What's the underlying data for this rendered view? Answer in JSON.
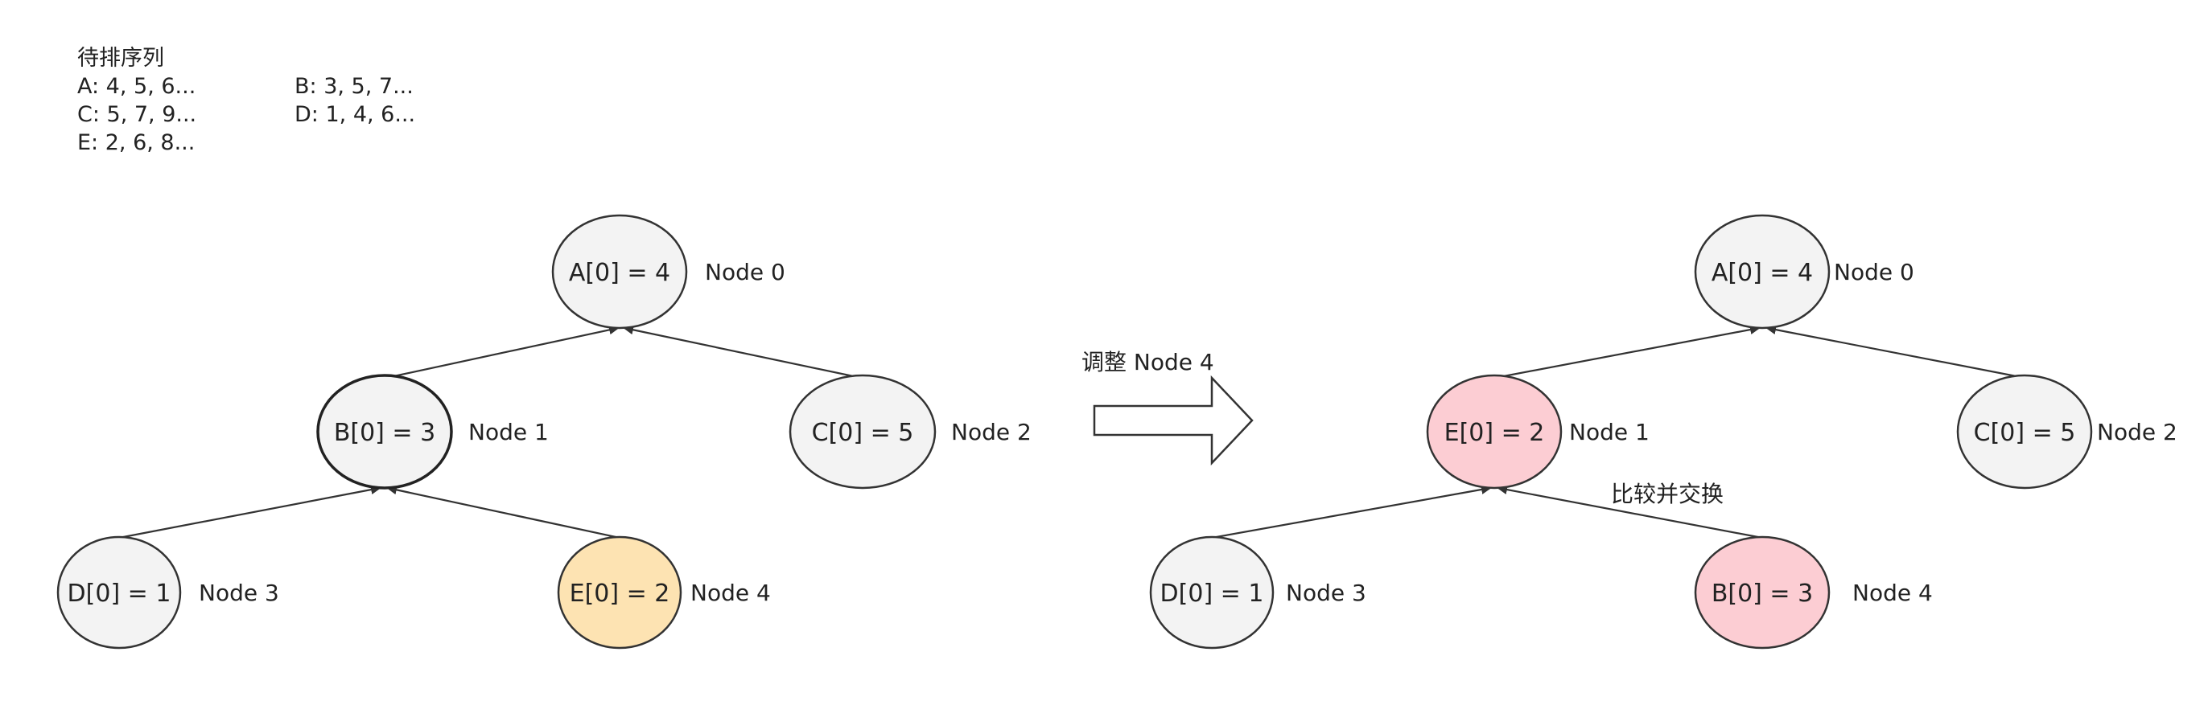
{
  "legend": {
    "title": "待排序列",
    "lines": {
      "a": "A: 4, 5, 6...",
      "b": "B: 3, 5, 7...",
      "c": "C: 5, 7, 9...",
      "d": "D: 1, 4, 6...",
      "e": "E: 2, 6, 8..."
    }
  },
  "colors": {
    "default_fill": "#f3f3f3",
    "highlight_orange": "#fde3b2",
    "highlight_pink": "#fccdd3",
    "stroke": "#333333"
  },
  "left_tree": {
    "nodes": {
      "n0": {
        "text": "A[0] = 4",
        "label": "Node 0"
      },
      "n1": {
        "text": "B[0] = 3",
        "label": "Node 1"
      },
      "n2": {
        "text": "C[0] = 5",
        "label": "Node 2"
      },
      "n3": {
        "text": "D[0] = 1",
        "label": "Node 3"
      },
      "n4": {
        "text": "E[0] = 2",
        "label": "Node 4"
      }
    }
  },
  "transition": {
    "label": "调整 Node 4",
    "icon": "right-arrow-icon"
  },
  "right_tree": {
    "nodes": {
      "n0": {
        "text": "A[0] = 4",
        "label": "Node 0"
      },
      "n1": {
        "text": "E[0] = 2",
        "label": "Node 1"
      },
      "n2": {
        "text": "C[0] = 5",
        "label": "Node 2"
      },
      "n3": {
        "text": "D[0] = 1",
        "label": "Node 3"
      },
      "n4": {
        "text": "B[0] = 3",
        "label": "Node 4"
      }
    },
    "edge_note": "比较并交换"
  }
}
